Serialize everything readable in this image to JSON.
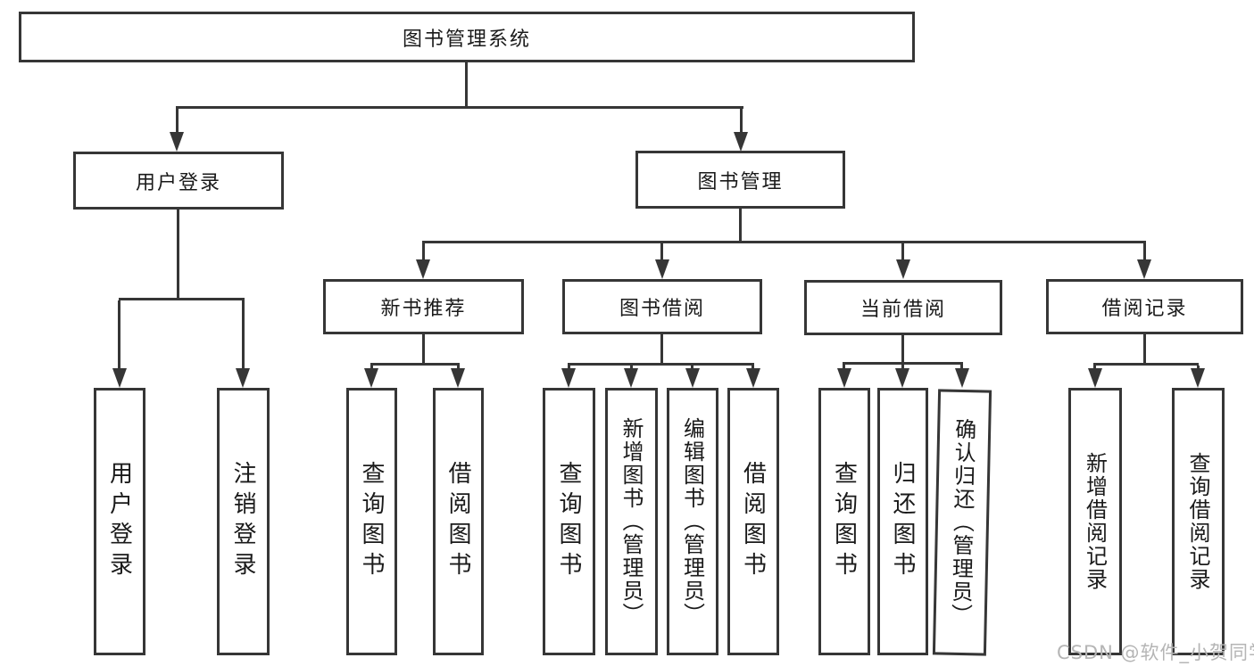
{
  "root": {
    "label": "图书管理系统"
  },
  "user_branch": {
    "label": "用户登录",
    "children": [
      {
        "label": "用户登录"
      },
      {
        "label": "注销登录"
      }
    ]
  },
  "book_branch": {
    "label": "图书管理",
    "sections": [
      {
        "label": "新书推荐",
        "children": [
          {
            "label": "查询图书"
          },
          {
            "label": "借阅图书"
          }
        ]
      },
      {
        "label": "图书借阅",
        "children": [
          {
            "label": "查询图书"
          },
          {
            "label": "新增图书（管理员）"
          },
          {
            "label": "编辑图书（管理员）"
          },
          {
            "label": "借阅图书"
          }
        ]
      },
      {
        "label": "当前借阅",
        "children": [
          {
            "label": "查询图书"
          },
          {
            "label": "归还图书"
          },
          {
            "label": "确认归还（管理员）"
          }
        ]
      },
      {
        "label": "借阅记录",
        "children": [
          {
            "label": "新增借阅记录"
          },
          {
            "label": "查询借阅记录"
          }
        ]
      }
    ]
  },
  "watermark": {
    "text": "CSDN @软件_小贺同学"
  },
  "colors": {
    "line": "#363636",
    "background": "#ffffff",
    "text": "#1a1a1a",
    "watermark": "#b5b5b5"
  }
}
